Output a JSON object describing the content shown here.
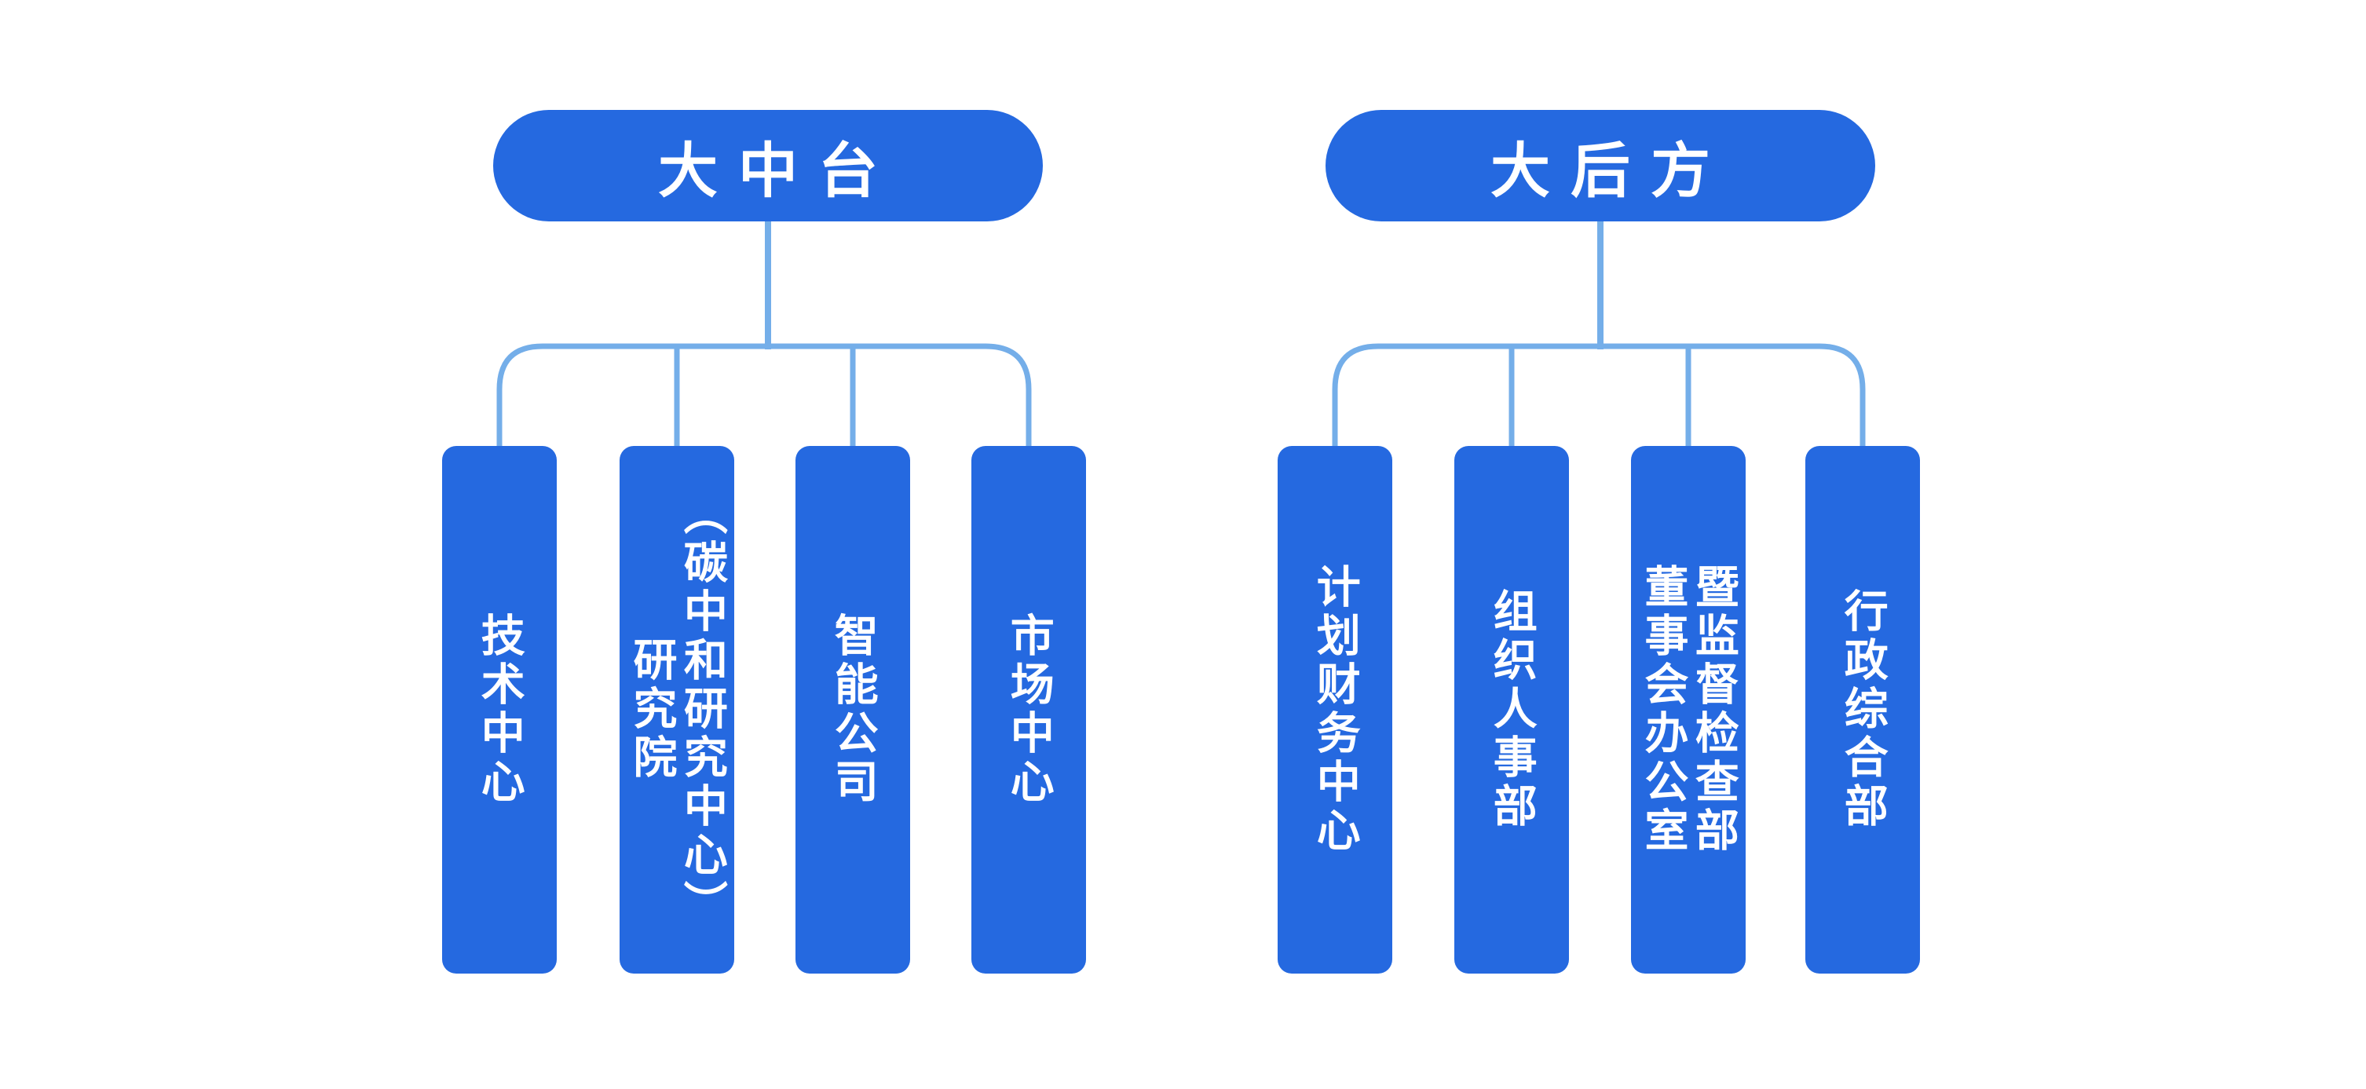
{
  "colors": {
    "node_blue": "#2569E0",
    "connector_blue": "#74AEE9",
    "text_white": "#FFFFFF",
    "page_bg": "#FFFFFF"
  },
  "chart": {
    "type": "org-chart",
    "groups": [
      {
        "id": "left",
        "root": {
          "label": "大中台"
        },
        "children": [
          {
            "label": "技术中心"
          },
          {
            "label": "研究院\n（碳中和研究中心）"
          },
          {
            "label": "智能公司"
          },
          {
            "label": "市场中心"
          }
        ]
      },
      {
        "id": "right",
        "root": {
          "label": "大后方"
        },
        "children": [
          {
            "label": "计划财务中心"
          },
          {
            "label": "组织人事部"
          },
          {
            "label": "董事会办公室\n暨监督检查部"
          },
          {
            "label": "行政综合部"
          }
        ]
      }
    ]
  }
}
